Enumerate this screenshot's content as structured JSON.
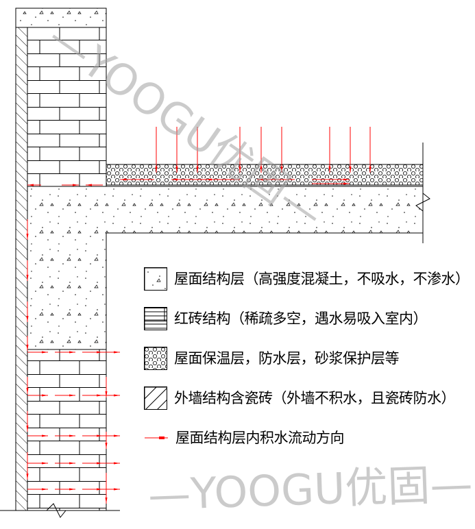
{
  "legend": [
    {
      "pattern": "concrete-speckle",
      "label": "屋面结构层（高强度混凝土，不吸水，不渗水）"
    },
    {
      "pattern": "brick",
      "label": "红砖结构（稀疏多空，遇水易吸入室内）"
    },
    {
      "pattern": "circles",
      "label": "屋面保温层，防水层，砂浆保护层等"
    },
    {
      "pattern": "diagonal-hatch",
      "label": "外墙结构含瓷砖（外墙不积水，且瓷砖防水）"
    },
    {
      "pattern": "red-arrow",
      "label": "屋面结构层内积水流动方向"
    }
  ],
  "watermark": "—YOOGU优固—",
  "colors": {
    "arrow": "#ff0000",
    "line": "#000000",
    "watermark": "#a0a0a0"
  }
}
